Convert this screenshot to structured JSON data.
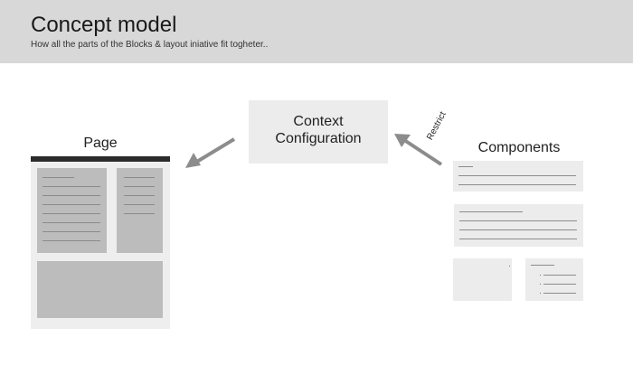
{
  "header": {
    "title": "Concept model",
    "subtitle": "How all the parts of the Blocks & layout iniative fit togheter.."
  },
  "diagram": {
    "context_line1": "Context",
    "context_line2": "Configuration",
    "page_label": "Page",
    "components_label": "Components",
    "restrict_label": "Restrict"
  },
  "colors": {
    "header_bg": "#d9d8d8",
    "box_bg": "#ececec",
    "block_fill": "#bcbcbc",
    "arrow": "#8c8c8c"
  }
}
